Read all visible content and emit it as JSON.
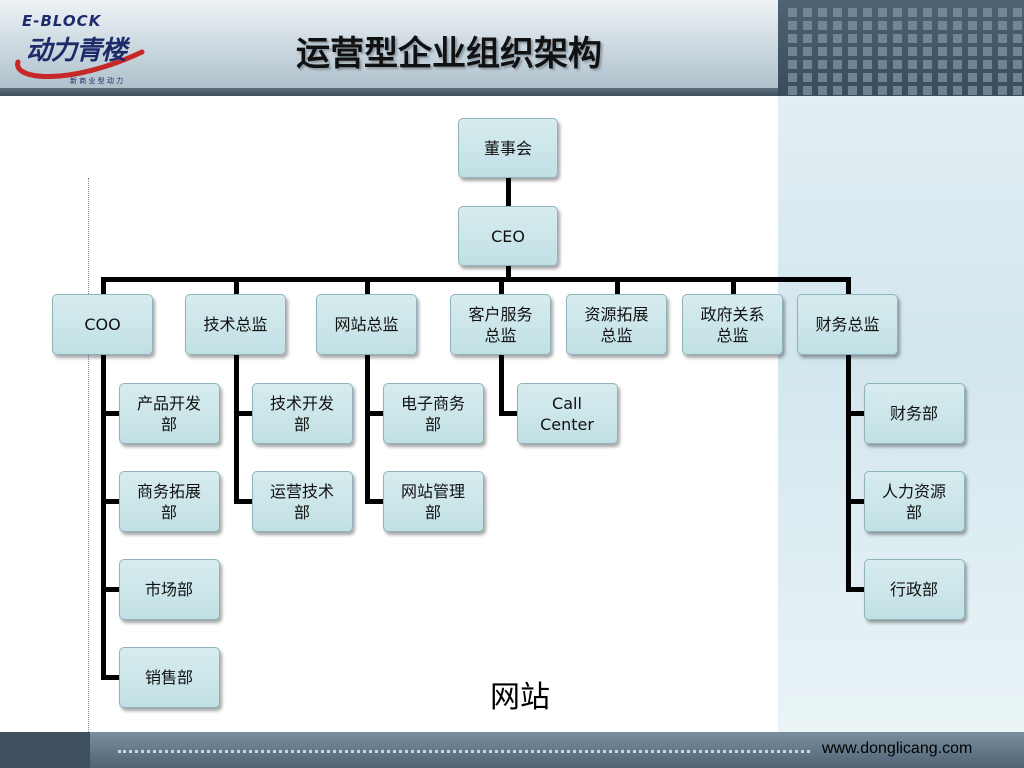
{
  "header": {
    "logo_top": "E-BLOCK",
    "logo_main": "动力青楼",
    "logo_sub": "新 商 业 型 动 力",
    "title": "运营型企业组织架构"
  },
  "org": {
    "board": "董事会",
    "ceo": "CEO",
    "directors": [
      {
        "label": "COO",
        "children": [
          "产品开发\n部",
          "商务拓展\n部",
          "市场部",
          "销售部"
        ]
      },
      {
        "label": "技术总监",
        "children": [
          "技术开发\n部",
          "运营技术\n部"
        ]
      },
      {
        "label": "网站总监",
        "children": [
          "电子商务\n部",
          "网站管理\n部"
        ]
      },
      {
        "label": "客户服务\n总监",
        "children": [
          "Call\nCenter"
        ]
      },
      {
        "label": "资源拓展\n总监",
        "children": []
      },
      {
        "label": "政府关系\n总监",
        "children": []
      },
      {
        "label": "财务总监",
        "children": [
          "财务部",
          "人力资源\n部",
          "行政部"
        ]
      }
    ]
  },
  "caption": "网站",
  "footer": {
    "url": "www.donglicang.com"
  }
}
